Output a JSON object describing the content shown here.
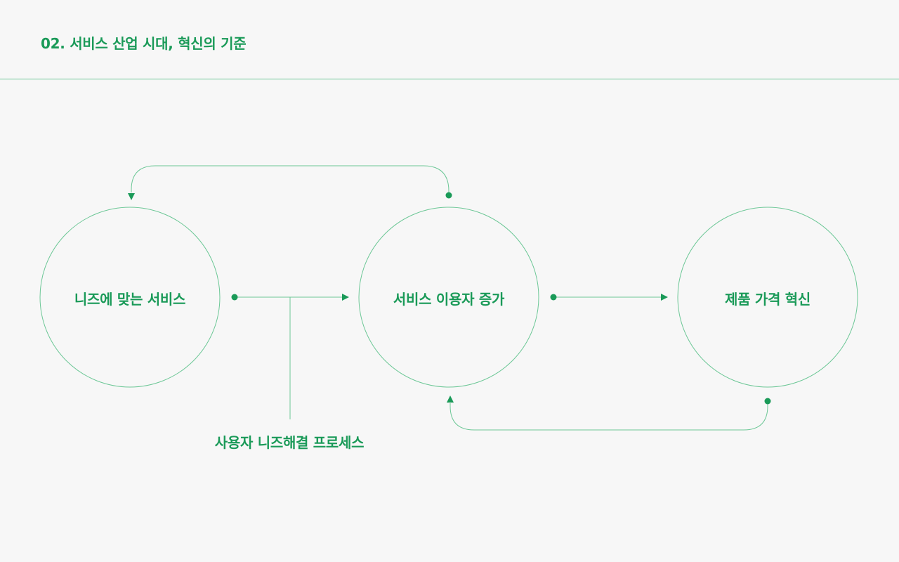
{
  "header": {
    "title": "02. 서비스 산업 시대, 혁신의 기준"
  },
  "nodes": [
    {
      "label": "니즈에 맞는 서비스"
    },
    {
      "label": "서비스 이용자 증가"
    },
    {
      "label": "제품 가격 혁신"
    }
  ],
  "process": {
    "label": "사용자 니즈해결 프로세스"
  },
  "colors": {
    "accent": "#1a9a58",
    "line": "#6cc796",
    "background": "#f7f7f7"
  }
}
